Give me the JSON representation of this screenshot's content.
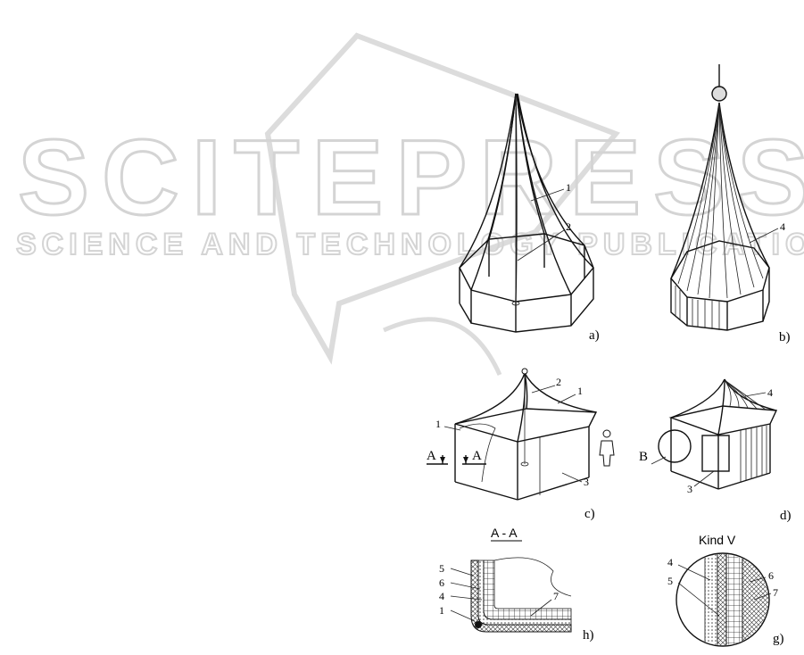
{
  "watermark": {
    "brand": "SCITEPRESS",
    "tagline": "SCIENCE AND TECHNOLOGY PUBLICATIONS"
  },
  "figures": {
    "a": {
      "label": "a)",
      "callouts": [
        "1",
        "2"
      ]
    },
    "b": {
      "label": "b)",
      "callouts": [
        "4"
      ]
    },
    "c": {
      "label": "c)",
      "callouts": [
        "1",
        "2",
        "1",
        "3"
      ],
      "section_marks": [
        "A",
        "A"
      ]
    },
    "d": {
      "label": "d)",
      "callouts": [
        "4",
        "3"
      ],
      "view_mark": "B"
    },
    "h": {
      "label": "h)",
      "title": "A - A",
      "callouts": [
        "5",
        "6",
        "4",
        "1",
        "7"
      ]
    },
    "g": {
      "label": "g)",
      "title": "Kind V",
      "callouts": [
        "4",
        "5",
        "6",
        "7"
      ]
    }
  }
}
